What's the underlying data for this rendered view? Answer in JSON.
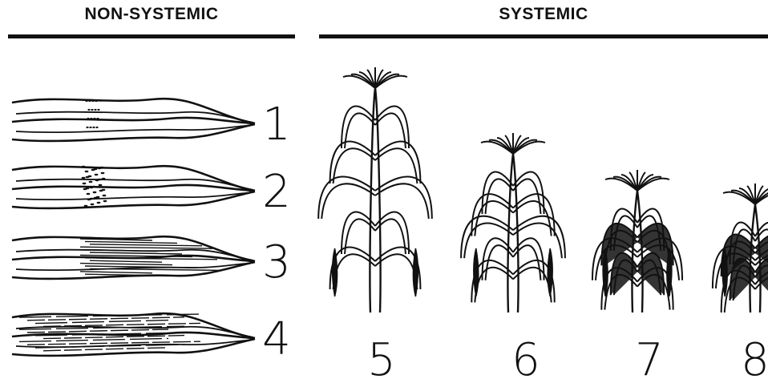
{
  "headers": {
    "non_systemic": "NON-SYSTEMIC",
    "systemic": "SYSTEMIC"
  },
  "leaf_stages": [
    {
      "number": "1",
      "symptom": "small scattered spots"
    },
    {
      "number": "2",
      "symptom": "dense spot band"
    },
    {
      "number": "3",
      "symptom": "streaks across leaf"
    },
    {
      "number": "4",
      "symptom": "streaks along leaf"
    }
  ],
  "plant_stages": [
    {
      "number": "5"
    },
    {
      "number": "6"
    },
    {
      "number": "7"
    },
    {
      "number": "8"
    }
  ],
  "colors": {
    "ink": "#111111",
    "background": "#ffffff"
  }
}
